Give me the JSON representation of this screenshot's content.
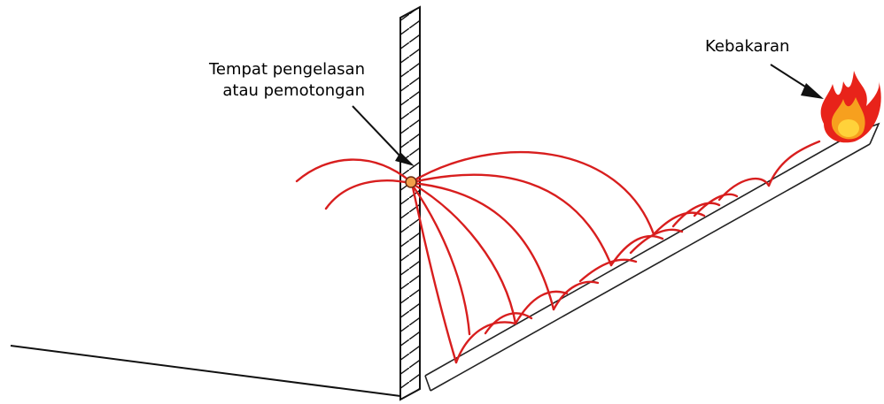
{
  "labels": {
    "welding_line1": "Tempat pengelasan",
    "welding_line2": "atau pemotongan",
    "fire": "Kebakaran"
  },
  "colors": {
    "line": "#111111",
    "spark": "#d81e1e",
    "flame_outer": "#e8231a",
    "flame_inner": "#f7a01e",
    "flame_core": "#ffd23a",
    "torch": "#f2a04b"
  }
}
